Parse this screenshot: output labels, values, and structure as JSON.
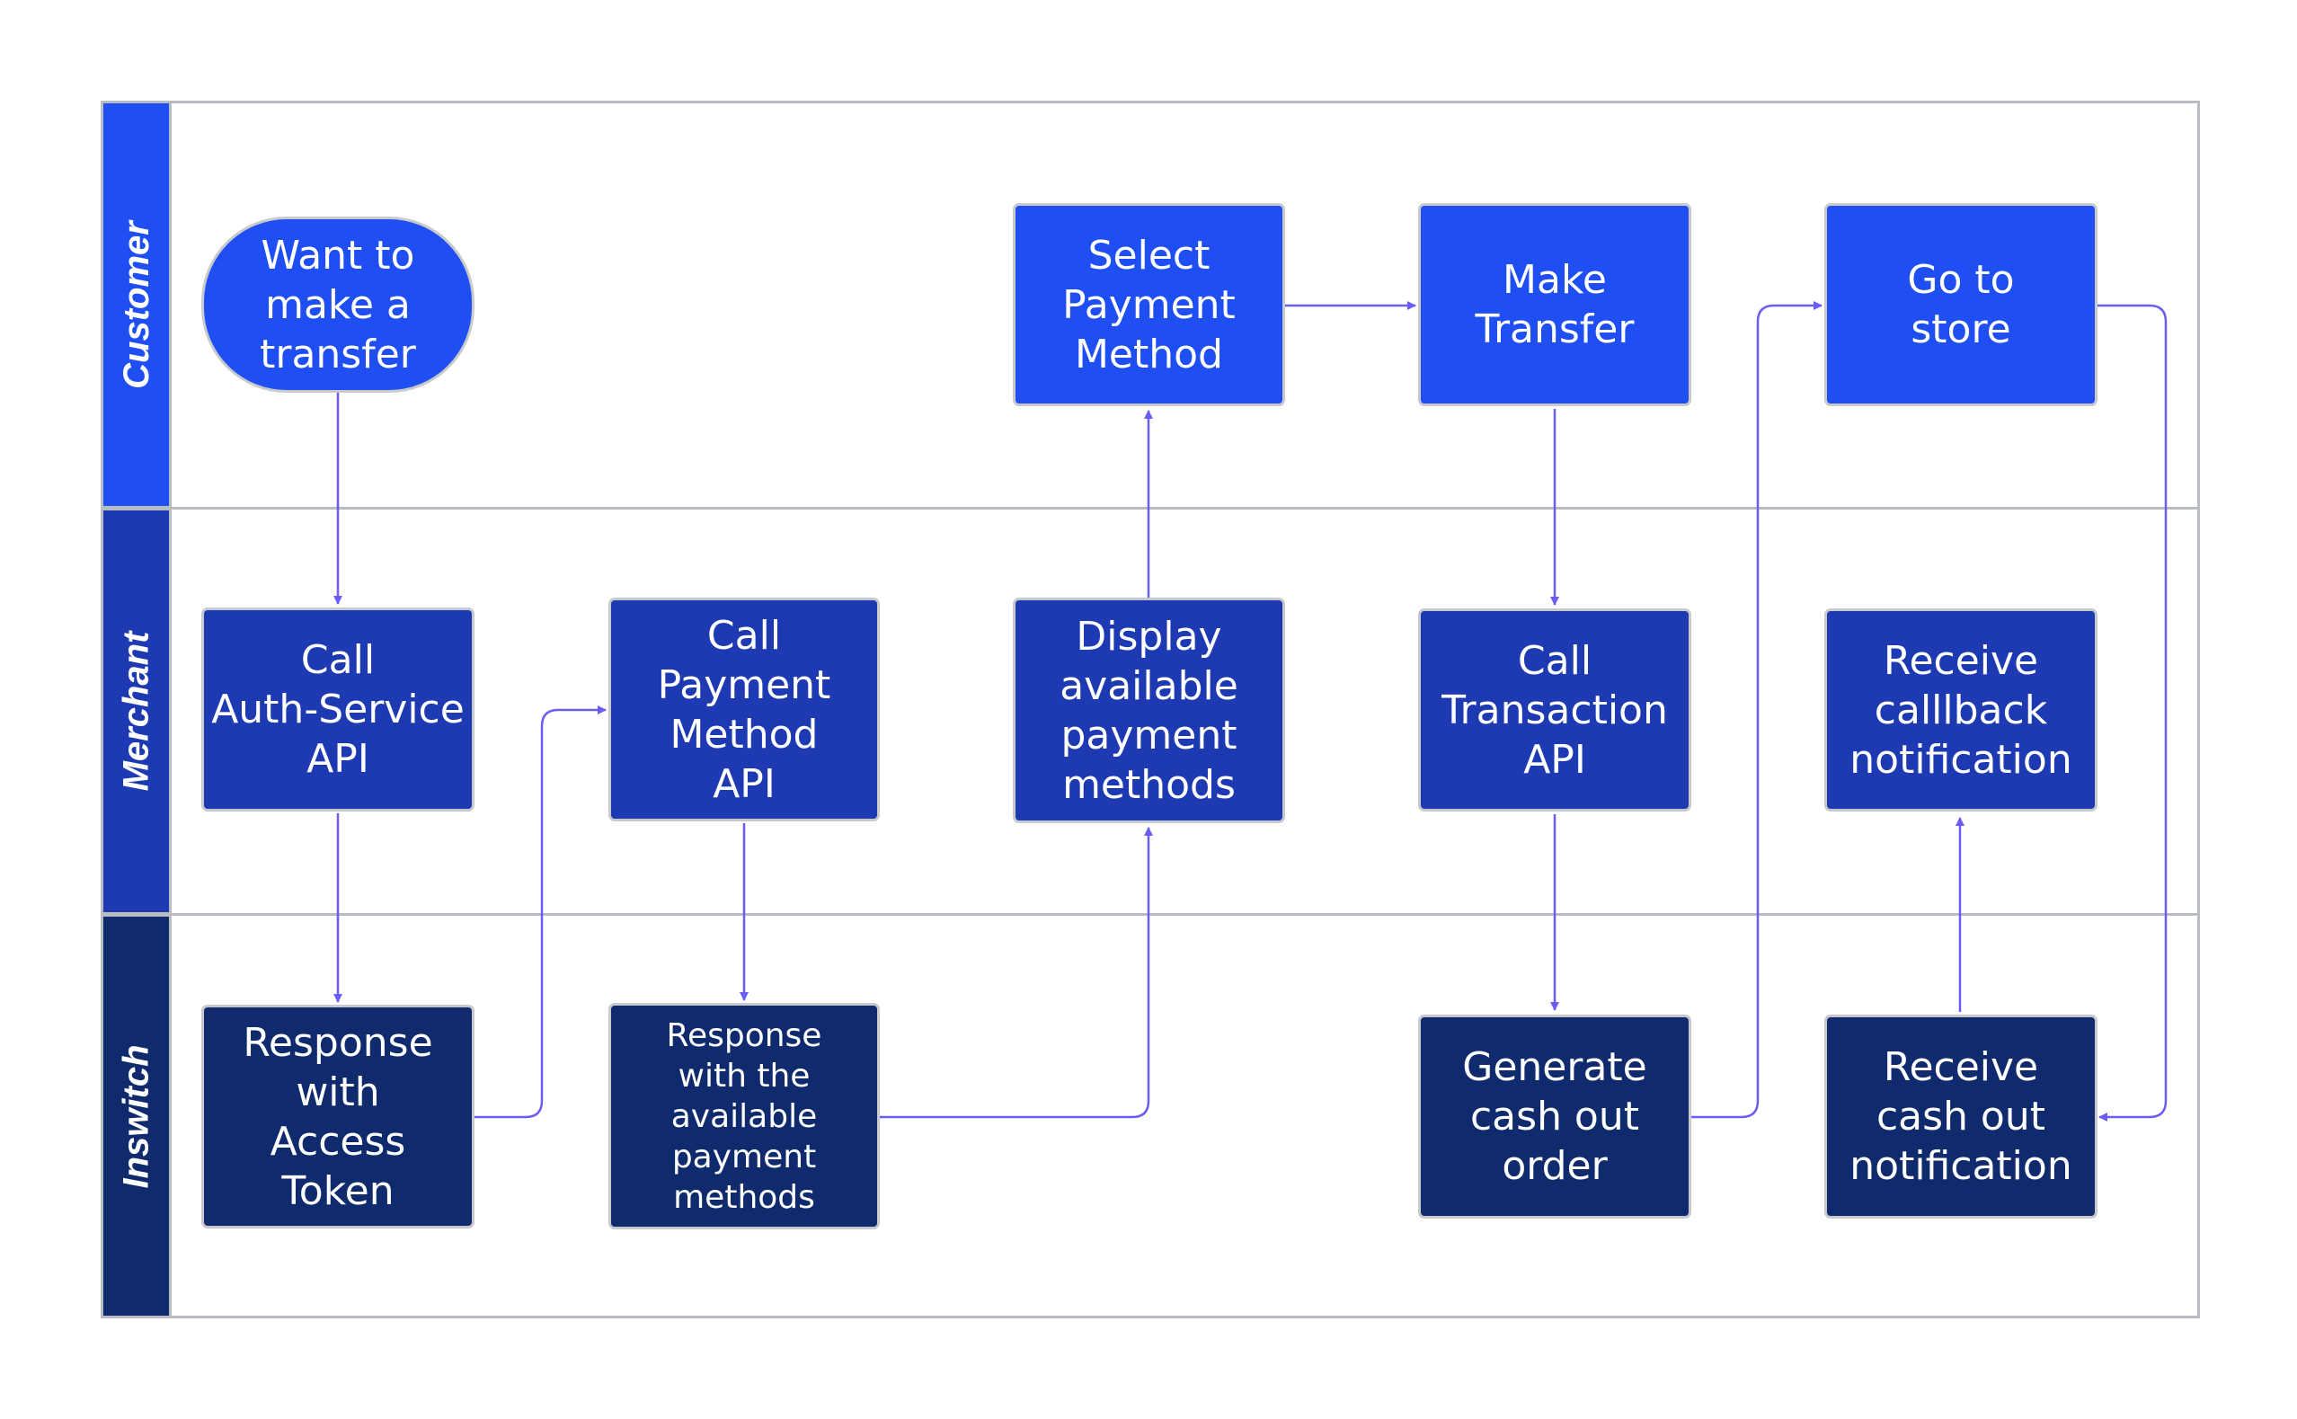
{
  "lanes": [
    {
      "name": "Customer",
      "color": "#1f4ff2"
    },
    {
      "name": "Merchant",
      "color": "#1e3ab2"
    },
    {
      "name": "Inswitch",
      "color": "#0f2a6d"
    }
  ],
  "nodes": {
    "want_transfer": "Want to\nmake a\ntransfer",
    "select_payment": "Select\nPayment\nMethod",
    "make_transfer": "Make\nTransfer",
    "go_store": "Go to\nstore",
    "call_auth": "Call\nAuth-Service\nAPI",
    "call_payment": "Call\nPayment\nMethod\nAPI",
    "display_methods": "Display\navailable\npayment\nmethods",
    "call_transaction": "Call\nTransaction\nAPI",
    "receive_callback": "Receive\ncalllback\nnotification",
    "response_token": "Response\nwith\nAccess\nToken",
    "response_methods": "Response\nwith the\navailable\npayment\nmethods",
    "generate_order": "Generate\ncash out\norder",
    "receive_cashout": "Receive\ncash out\nnotification"
  },
  "edge_color": "#6a5cf5"
}
